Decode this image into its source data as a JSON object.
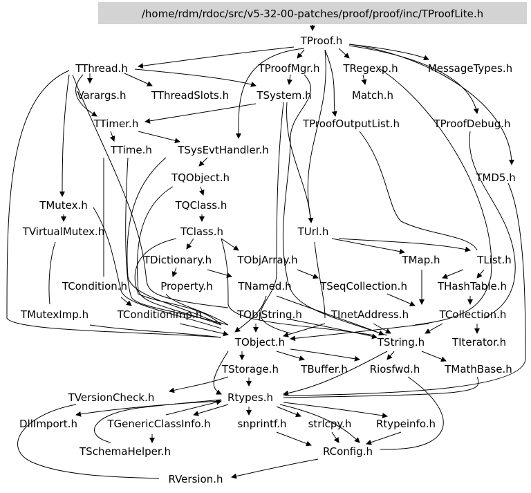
{
  "title": "/home/rdm/rdoc/src/v5-32-00-patches/proof/proof/inc/TProofLite.h",
  "nodes": {
    "tproof": "TProof.h",
    "tthread": "TThread.h",
    "tproofmgr": "TProofMgr.h",
    "tregexp": "TRegexp.h",
    "messagetypes": "MessageTypes.h",
    "varargs": "Varargs.h",
    "tthreadslots": "TThreadSlots.h",
    "tsystem": "TSystem.h",
    "match": "Match.h",
    "ttimer": "TTimer.h",
    "tproofoutputlist": "TProofOutputList.h",
    "tproofdebug": "TProofDebug.h",
    "ttime": "TTime.h",
    "tsysevthandler": "TSysEvtHandler.h",
    "tqobject": "TQObject.h",
    "tmd5": "TMD5.h",
    "tmutex": "TMutex.h",
    "tqclass": "TQClass.h",
    "tvirtualmutex": "TVirtualMutex.h",
    "tclass": "TClass.h",
    "turl": "TUrl.h",
    "tdictionary": "TDictionary.h",
    "tobjarray": "TObjArray.h",
    "tmap": "TMap.h",
    "tlist": "TList.h",
    "tcondition": "TCondition.h",
    "property": "Property.h",
    "tnamed": "TNamed.h",
    "tseqcollection": "TSeqCollection.h",
    "thashtable": "THashTable.h",
    "tmuteximp": "TMutexImp.h",
    "tconditionimp": "TConditionImp.h",
    "tobjstring": "TObjString.h",
    "tinetaddress": "TInetAddress.h",
    "tcollection": "TCollection.h",
    "tobject": "TObject.h",
    "tstring": "TString.h",
    "titerator": "TIterator.h",
    "tstorage": "TStorage.h",
    "tbuffer": "TBuffer.h",
    "riosfwd": "Riosfwd.h",
    "tmathbase": "TMathBase.h",
    "tversioncheck": "TVersionCheck.h",
    "rtypes": "Rtypes.h",
    "dllimport": "DllImport.h",
    "tgenericclassinfo": "TGenericClassInfo.h",
    "snprintf": "snprintf.h",
    "strlcpy": "strlcpy.h",
    "rtypeinfo": "Rtypeinfo.h",
    "tschemahelper": "TSchemaHelper.h",
    "rconfig": "RConfig.h",
    "rversion": "RVersion.h"
  }
}
